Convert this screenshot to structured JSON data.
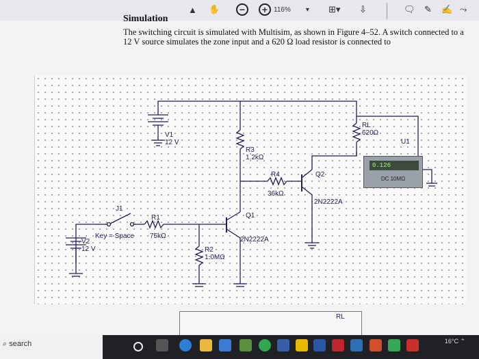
{
  "toolbar": {
    "zoom": "116%",
    "zoom_caret": "▾"
  },
  "document": {
    "title": "Simulation",
    "paragraph": "The switching circuit is simulated with Multisim, as shown in Figure 4–52. A switch connected to a 12 V source simulates the zone input and a 620 Ω load resistor is connected to"
  },
  "schematic": {
    "V1_name": "V1",
    "V1_value": "12 V",
    "V2_name": "V2",
    "V2_value": "12 V",
    "J1_name": "J1",
    "J1_key": "Key = Space",
    "R1_name": "R1",
    "R1_value": "75kΩ",
    "R2_name": "R2",
    "R2_value": "1.0MΩ",
    "R3_name": "R3",
    "R3_value": "1.2kΩ",
    "R4_name": "R4",
    "R4_value": "36kΩ",
    "Q1_name": "Q1",
    "Q1_model": "2N2222A",
    "Q2_name": "Q2",
    "Q2_model": "2N2222A",
    "RL_name": "RL",
    "RL_value": "620Ω",
    "U1_name": "U1",
    "meter_reading": "0.126",
    "meter_mode": "DC 10MΩ",
    "second_rl_name": "RL"
  },
  "taskbar": {
    "search": "search",
    "temperature": "16°C"
  },
  "colors": {
    "wire": "#1f1f5a",
    "resistor": "#2a2a70",
    "meter_bg": "#9aa0a8",
    "meter_display": "#3c4a3e",
    "meter_text": "#9eff7a",
    "taskbar": "#1f2125"
  }
}
